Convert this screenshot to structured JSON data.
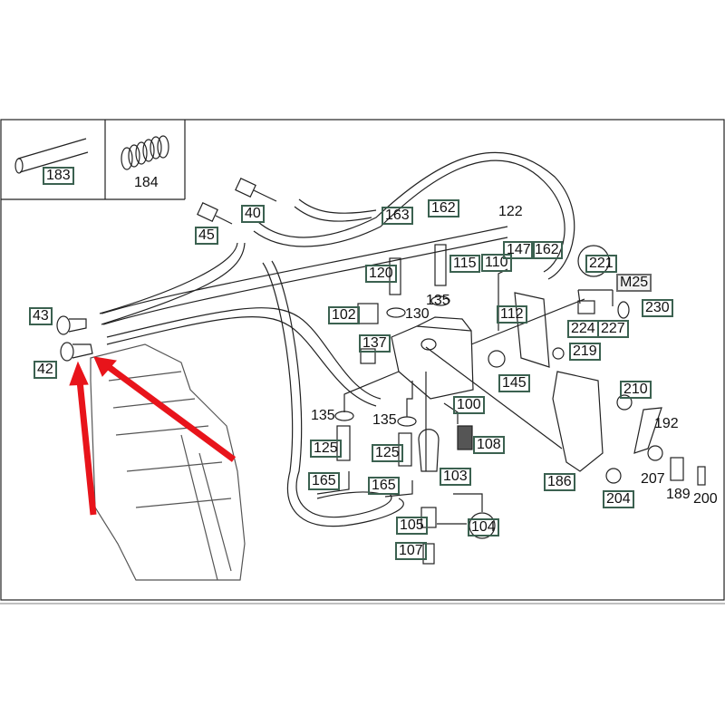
{
  "diagram": {
    "inset_labels": [
      {
        "text": "183",
        "boxed": true
      },
      {
        "text": "184",
        "boxed": false
      }
    ],
    "labels": [
      {
        "text": "40",
        "boxed": true
      },
      {
        "text": "45",
        "boxed": true
      },
      {
        "text": "43",
        "boxed": true
      },
      {
        "text": "42",
        "boxed": true
      },
      {
        "text": "163",
        "boxed": true
      },
      {
        "text": "162",
        "boxed": true
      },
      {
        "text": "122",
        "boxed": false
      },
      {
        "text": "120",
        "boxed": true
      },
      {
        "text": "115",
        "boxed": true
      },
      {
        "text": "110",
        "boxed": true
      },
      {
        "text": "147",
        "boxed": true
      },
      {
        "text": "162",
        "boxed": true
      },
      {
        "text": "221",
        "boxed": true
      },
      {
        "text": "M25",
        "boxed": true
      },
      {
        "text": "135",
        "boxed": false
      },
      {
        "text": "130",
        "boxed": false
      },
      {
        "text": "102",
        "boxed": true
      },
      {
        "text": "112",
        "boxed": true
      },
      {
        "text": "230",
        "boxed": true
      },
      {
        "text": "224",
        "boxed": true
      },
      {
        "text": "227",
        "boxed": true
      },
      {
        "text": "137",
        "boxed": true
      },
      {
        "text": "219",
        "boxed": true
      },
      {
        "text": "145",
        "boxed": true
      },
      {
        "text": "210",
        "boxed": true
      },
      {
        "text": "100",
        "boxed": true
      },
      {
        "text": "135",
        "boxed": false
      },
      {
        "text": "135",
        "boxed": false
      },
      {
        "text": "192",
        "boxed": false
      },
      {
        "text": "125",
        "boxed": true
      },
      {
        "text": "125",
        "boxed": true
      },
      {
        "text": "108",
        "boxed": true
      },
      {
        "text": "165",
        "boxed": true
      },
      {
        "text": "165",
        "boxed": true
      },
      {
        "text": "103",
        "boxed": true
      },
      {
        "text": "186",
        "boxed": true
      },
      {
        "text": "207",
        "boxed": false
      },
      {
        "text": "204",
        "boxed": true
      },
      {
        "text": "189",
        "boxed": false
      },
      {
        "text": "200",
        "boxed": false
      },
      {
        "text": "105",
        "boxed": true
      },
      {
        "text": "104",
        "boxed": true
      },
      {
        "text": "107",
        "boxed": true
      }
    ],
    "colors": {
      "label_border": "#3b6150",
      "arrow": "#e8141b",
      "line": "#222222"
    }
  }
}
